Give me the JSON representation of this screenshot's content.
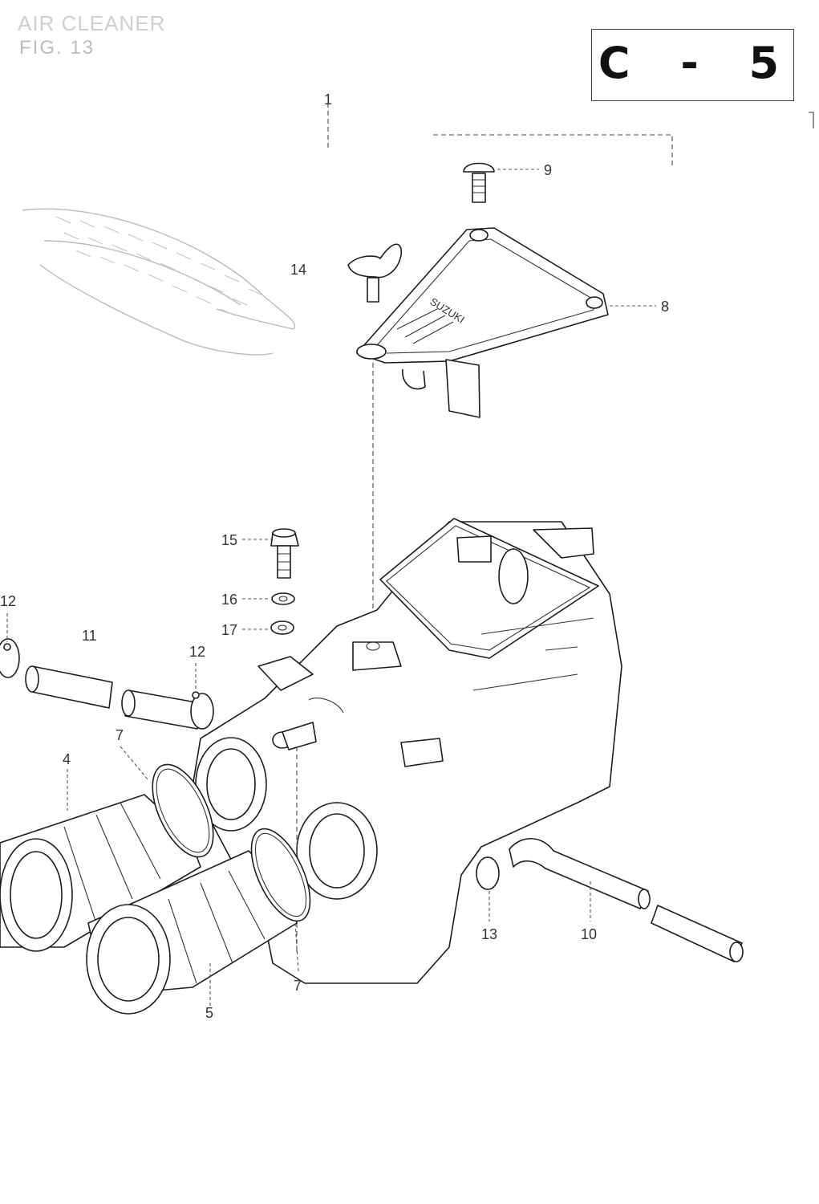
{
  "header": {
    "title": "AIR CLEANER",
    "figure": "FIG. 13",
    "page_code": "C - 5"
  },
  "callouts": {
    "c1": "1",
    "c4": "4",
    "c5": "5",
    "c7a": "7",
    "c7b": "7",
    "c8": "8",
    "c9": "9",
    "c10": "10",
    "c11": "11",
    "c12a": "12",
    "c12b": "12",
    "c13": "13",
    "c14": "14",
    "c15": "15",
    "c16": "16",
    "c17": "17"
  }
}
